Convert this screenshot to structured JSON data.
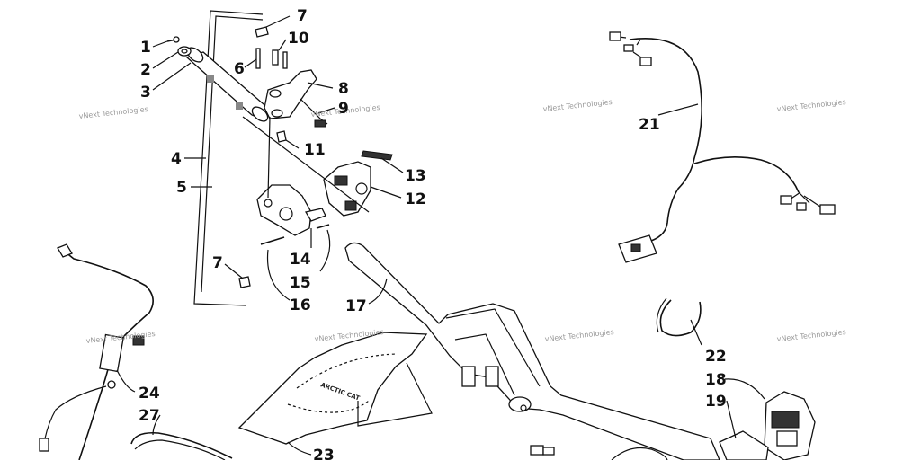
{
  "labels": [
    {
      "id": "1",
      "text": "1"
    },
    {
      "id": "2",
      "text": "2"
    },
    {
      "id": "3",
      "text": "3"
    },
    {
      "id": "4",
      "text": "4"
    },
    {
      "id": "5",
      "text": "5"
    },
    {
      "id": "6",
      "text": "6"
    },
    {
      "id": "7a",
      "text": "7"
    },
    {
      "id": "7b",
      "text": "7"
    },
    {
      "id": "8",
      "text": "8"
    },
    {
      "id": "9",
      "text": "9"
    },
    {
      "id": "10",
      "text": "10"
    },
    {
      "id": "11",
      "text": "11"
    },
    {
      "id": "12",
      "text": "12"
    },
    {
      "id": "13",
      "text": "13"
    },
    {
      "id": "14",
      "text": "14"
    },
    {
      "id": "15",
      "text": "15"
    },
    {
      "id": "16",
      "text": "16"
    },
    {
      "id": "17",
      "text": "17"
    },
    {
      "id": "18",
      "text": "18"
    },
    {
      "id": "19",
      "text": "19"
    },
    {
      "id": "21",
      "text": "21"
    },
    {
      "id": "22",
      "text": "22"
    },
    {
      "id": "23",
      "text": "23"
    },
    {
      "id": "24",
      "text": "24"
    },
    {
      "id": "27",
      "text": "27"
    }
  ],
  "watermark": "vNext Technologies",
  "pad_logo": "ARCTIC CAT"
}
